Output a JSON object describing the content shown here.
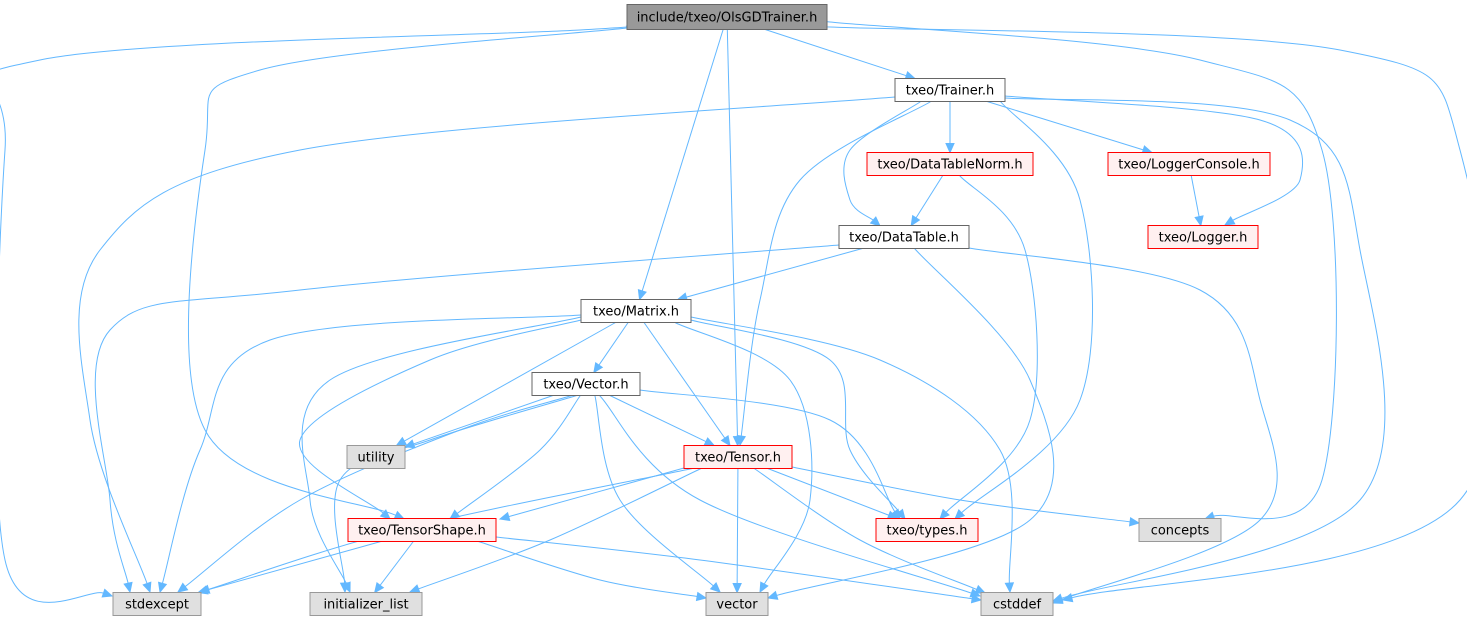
{
  "colors": {
    "edge": "#63b8ff",
    "root_fill": "#999999",
    "root_stroke": "#666666",
    "normal_fill": "#ffffff",
    "normal_stroke": "#666666",
    "incomplete_fill": "#fff0f0",
    "incomplete_stroke": "#ff0000",
    "system_fill": "#e0e0e0",
    "system_stroke": "#999999",
    "text": "#000000"
  },
  "nodes": [
    {
      "id": "root",
      "label": "include/txeo/OlsGDTrainer.h",
      "kind": "root"
    },
    {
      "id": "trainer",
      "label": "txeo/Trainer.h",
      "kind": "normal"
    },
    {
      "id": "datatablenorm",
      "label": "txeo/DataTableNorm.h",
      "kind": "incomplete"
    },
    {
      "id": "loggerconsole",
      "label": "txeo/LoggerConsole.h",
      "kind": "incomplete"
    },
    {
      "id": "datatable",
      "label": "txeo/DataTable.h",
      "kind": "normal"
    },
    {
      "id": "logger",
      "label": "txeo/Logger.h",
      "kind": "incomplete"
    },
    {
      "id": "matrix",
      "label": "txeo/Matrix.h",
      "kind": "normal"
    },
    {
      "id": "vectorh",
      "label": "txeo/Vector.h",
      "kind": "normal"
    },
    {
      "id": "utility",
      "label": "utility",
      "kind": "system"
    },
    {
      "id": "tensor",
      "label": "txeo/Tensor.h",
      "kind": "incomplete"
    },
    {
      "id": "concepts",
      "label": "concepts",
      "kind": "system"
    },
    {
      "id": "tensorshape",
      "label": "txeo/TensorShape.h",
      "kind": "incomplete"
    },
    {
      "id": "types",
      "label": "txeo/types.h",
      "kind": "incomplete"
    },
    {
      "id": "stdexcept",
      "label": "stdexcept",
      "kind": "system"
    },
    {
      "id": "initlist",
      "label": "initializer_list",
      "kind": "system"
    },
    {
      "id": "vector",
      "label": "vector",
      "kind": "system"
    },
    {
      "id": "cstddef",
      "label": "cstddef",
      "kind": "system"
    }
  ],
  "edges": [
    [
      "root",
      "trainer"
    ],
    [
      "root",
      "matrix"
    ],
    [
      "root",
      "tensor"
    ],
    [
      "root",
      "tensorshape"
    ],
    [
      "root",
      "stdexcept"
    ],
    [
      "root",
      "cstddef"
    ],
    [
      "root",
      "concepts"
    ],
    [
      "trainer",
      "datatablenorm"
    ],
    [
      "trainer",
      "loggerconsole"
    ],
    [
      "trainer",
      "logger"
    ],
    [
      "trainer",
      "datatable"
    ],
    [
      "trainer",
      "tensor"
    ],
    [
      "trainer",
      "types"
    ],
    [
      "trainer",
      "stdexcept"
    ],
    [
      "trainer",
      "cstddef"
    ],
    [
      "datatablenorm",
      "datatable"
    ],
    [
      "datatablenorm",
      "types"
    ],
    [
      "loggerconsole",
      "logger"
    ],
    [
      "datatable",
      "matrix"
    ],
    [
      "datatable",
      "stdexcept"
    ],
    [
      "datatable",
      "vector"
    ],
    [
      "datatable",
      "cstddef"
    ],
    [
      "matrix",
      "vectorh"
    ],
    [
      "matrix",
      "tensor"
    ],
    [
      "matrix",
      "tensorshape"
    ],
    [
      "matrix",
      "types"
    ],
    [
      "matrix",
      "utility"
    ],
    [
      "matrix",
      "stdexcept"
    ],
    [
      "matrix",
      "initlist"
    ],
    [
      "matrix",
      "vector"
    ],
    [
      "matrix",
      "cstddef"
    ],
    [
      "vectorh",
      "tensor"
    ],
    [
      "vectorh",
      "tensorshape"
    ],
    [
      "vectorh",
      "types"
    ],
    [
      "vectorh",
      "utility"
    ],
    [
      "vectorh",
      "stdexcept"
    ],
    [
      "vectorh",
      "initlist"
    ],
    [
      "vectorh",
      "vector"
    ],
    [
      "vectorh",
      "cstddef"
    ],
    [
      "tensor",
      "tensorshape"
    ],
    [
      "tensor",
      "types"
    ],
    [
      "tensor",
      "concepts"
    ],
    [
      "tensor",
      "stdexcept"
    ],
    [
      "tensor",
      "initlist"
    ],
    [
      "tensor",
      "vector"
    ],
    [
      "tensor",
      "cstddef"
    ],
    [
      "tensorshape",
      "stdexcept"
    ],
    [
      "tensorshape",
      "initlist"
    ],
    [
      "tensorshape",
      "vector"
    ],
    [
      "tensorshape",
      "cstddef"
    ]
  ]
}
